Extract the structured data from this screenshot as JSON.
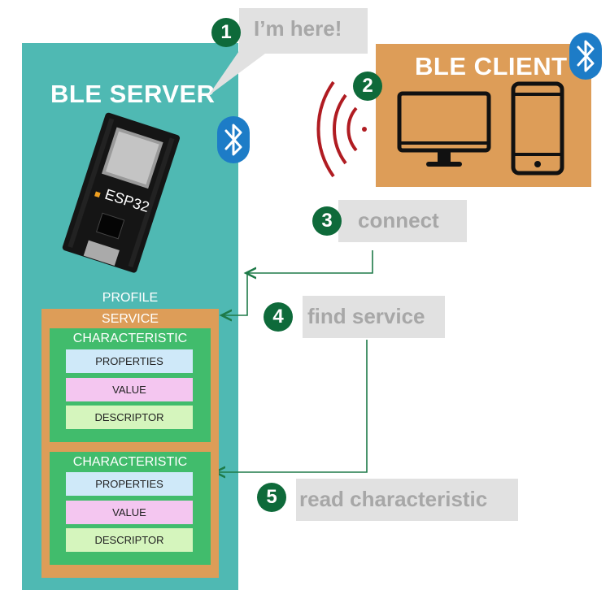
{
  "server": {
    "title": "BLE SERVER",
    "board_label": "ESP32"
  },
  "client": {
    "title": "BLE CLIENT"
  },
  "profile": {
    "label": "PROFILE",
    "service_label": "SERVICE",
    "characteristics": [
      {
        "title": "CHARACTERISTIC",
        "properties": "PROPERTIES",
        "value": "VALUE",
        "descriptor": "DESCRIPTOR"
      },
      {
        "title": "CHARACTERISTIC",
        "properties": "PROPERTIES",
        "value": "VALUE",
        "descriptor": "DESCRIPTOR"
      }
    ]
  },
  "steps": [
    {
      "number": "1",
      "text": "I’m here!"
    },
    {
      "number": "2",
      "text": ""
    },
    {
      "number": "3",
      "text": "connect"
    },
    {
      "number": "4",
      "text": "find service"
    },
    {
      "number": "5",
      "text": "read characteristic"
    }
  ],
  "colors": {
    "server_bg": "#4fb9b3",
    "client_bg": "#dd9d58",
    "step_circle": "#0e6a3a",
    "characteristic_bg": "#41bc6c",
    "arrow": "#1e7a48",
    "signal": "#b01c22",
    "bluetooth": "#1d7cc7"
  },
  "icons": [
    "bluetooth-icon",
    "monitor-icon",
    "smartphone-icon",
    "signal-waves-icon",
    "esp32-board-icon"
  ]
}
